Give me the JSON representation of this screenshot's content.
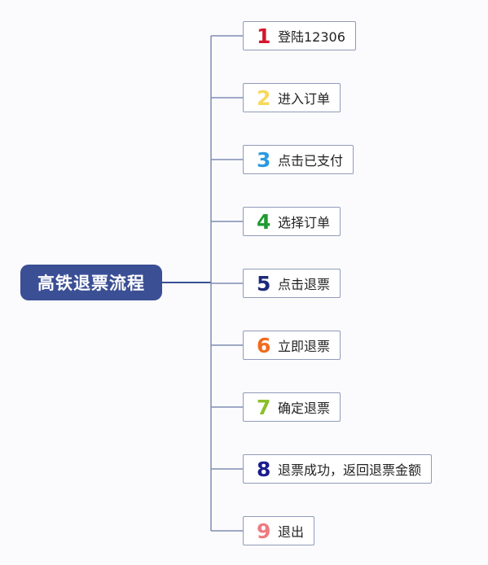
{
  "root": {
    "title": "高铁退票流程",
    "color": "#3a4f94"
  },
  "steps": [
    {
      "num": "1",
      "label": "登陆12306",
      "color": "#d3172e"
    },
    {
      "num": "2",
      "label": "进入订单",
      "color": "#f7d85a"
    },
    {
      "num": "3",
      "label": "点击已支付",
      "color": "#2b9ae0"
    },
    {
      "num": "4",
      "label": "选择订单",
      "color": "#1f9a32"
    },
    {
      "num": "5",
      "label": "点击退票",
      "color": "#1d2a78"
    },
    {
      "num": "6",
      "label": "立即退票",
      "color": "#f26a1b"
    },
    {
      "num": "7",
      "label": "确定退票",
      "color": "#8bbf2a"
    },
    {
      "num": "8",
      "label": "退票成功，返回退票金额",
      "color": "#1c1c8e"
    },
    {
      "num": "9",
      "label": "退出",
      "color": "#ef7a80"
    }
  ]
}
